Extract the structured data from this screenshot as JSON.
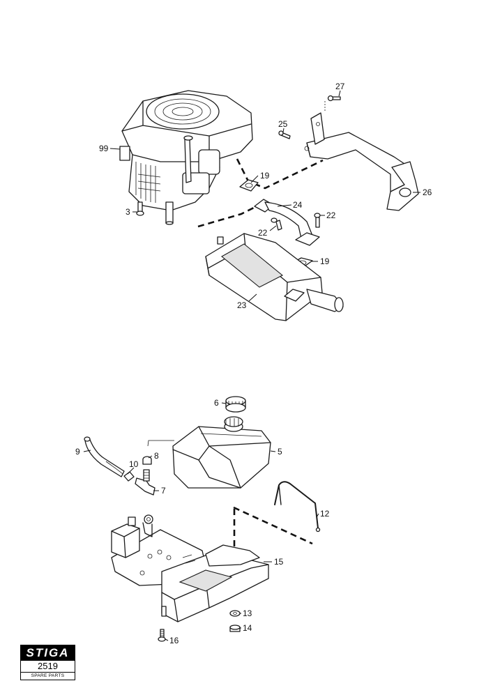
{
  "callouts_top": {
    "c99": "99",
    "c3": "3",
    "c19a": "19",
    "c24": "24",
    "c22a": "22",
    "c22b": "22",
    "c19b": "19",
    "c23": "23",
    "c25": "25",
    "c27": "27",
    "c26": "26"
  },
  "callouts_bottom": {
    "c6": "6",
    "c5": "5",
    "c9": "9",
    "c8": "8",
    "c10": "10",
    "c7": "7",
    "c12": "12",
    "c15": "15",
    "c13": "13",
    "c14": "14",
    "c16": "16"
  },
  "logo": {
    "brand": "STIGA",
    "number": "2519",
    "caption": "SPARE PARTS"
  }
}
